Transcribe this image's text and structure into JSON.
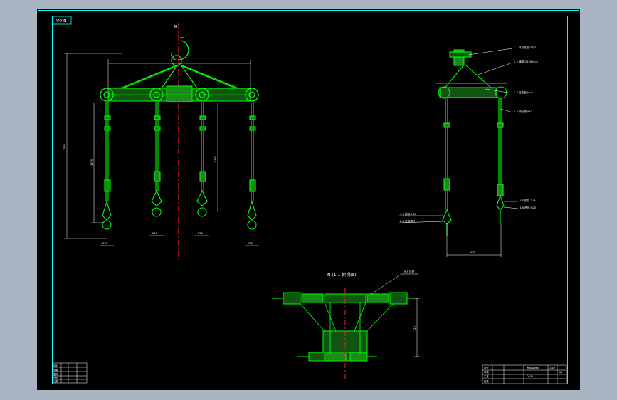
{
  "viewer": {
    "background_color": "#a9b4c2",
    "canvas_color": "#000000",
    "colors": {
      "border": "#00ffff",
      "geometry": "#00ff00",
      "solid": "#1a8a1a",
      "center_line": "#ff2020",
      "dimension": "#ffffff",
      "leader": "#ffffff"
    }
  },
  "drawing": {
    "corner_tag": "V0-N",
    "view_label_top": "N",
    "view_label_bottom": "N (1:1 俯视图)",
    "dimensions": {
      "front_overall_height": "2500",
      "front_inner_height": "1870",
      "front_right_height": "1700",
      "side_width": "500",
      "plan_height": "120",
      "bottom_small": [
        "250",
        "250",
        "250",
        "250"
      ]
    },
    "callouts_side": [
      "1-1 吊耳总成 GB/T",
      "2-2 横梁 Q235 h=8",
      "3-3 连接板 h=8",
      "4-4 钢丝绳 φ20",
      "5-5 卸扣 2.0t",
      "6-6 吊环 M20",
      "7-7 卸扣 2.0t",
      "8-8 花篮螺栓"
    ],
    "callout_plan": "9-9 拉杆"
  },
  "title_block": {
    "drawing_name": "吊具装配图",
    "drawing_no": "DJ-00",
    "scale": "1:10",
    "sheet": "1/1",
    "rows": [
      "设计",
      "审核",
      "工艺",
      "批准"
    ]
  },
  "revision_table": {
    "rows": [
      "标记",
      "处数",
      "更改",
      "签名",
      "日期"
    ]
  }
}
